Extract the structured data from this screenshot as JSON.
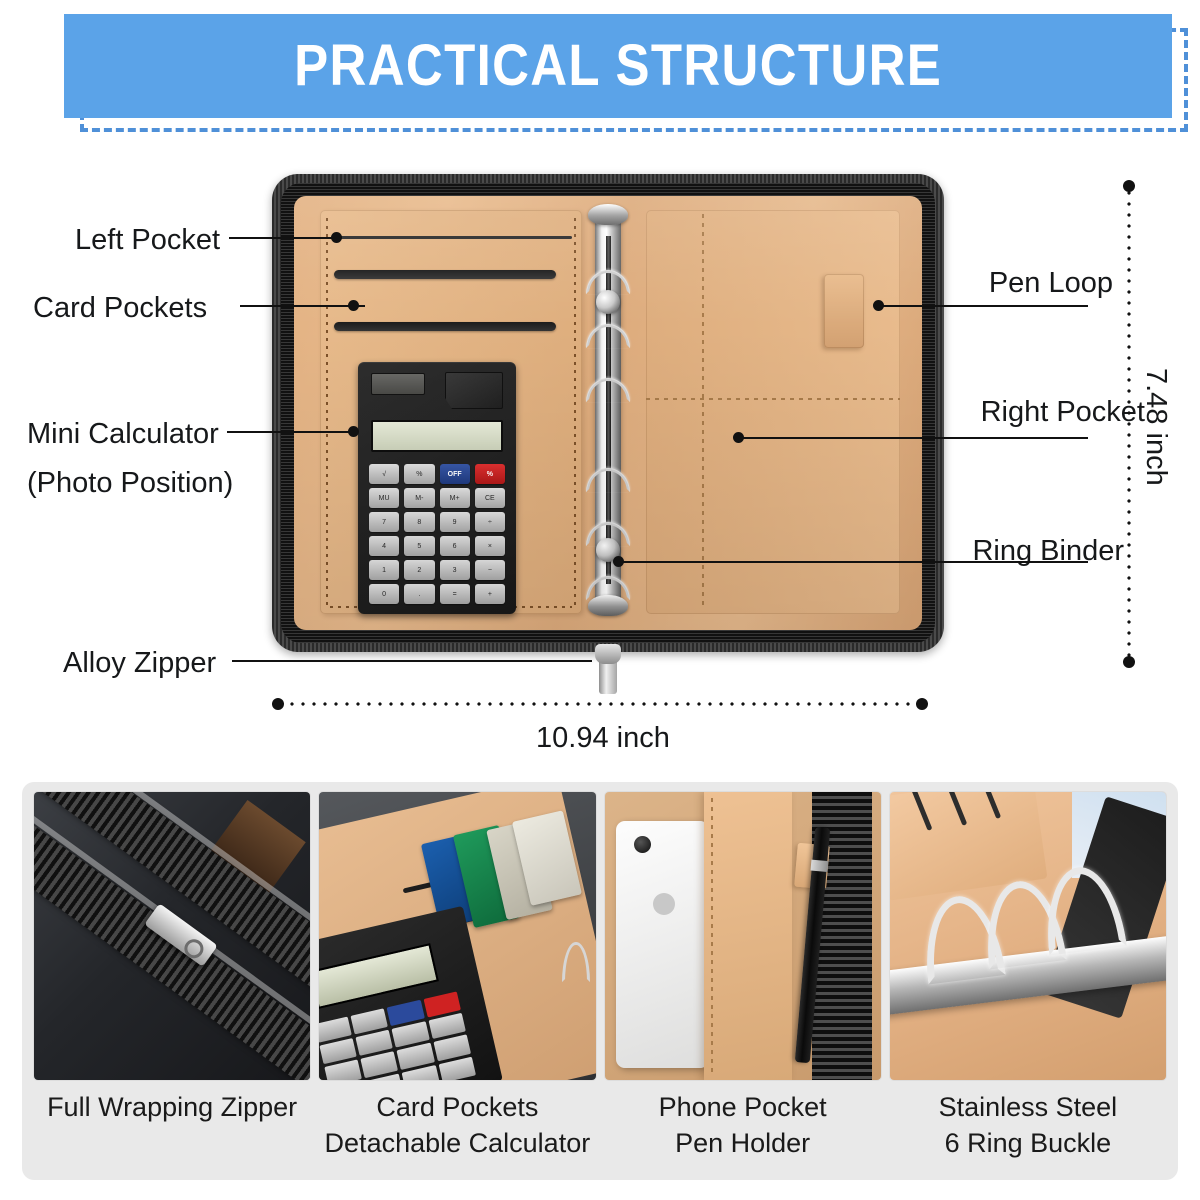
{
  "header": {
    "title": "PRACTICAL STRUCTURE",
    "banner_color": "#5ba3e8",
    "dashed_border_color": "#4f90d8",
    "title_color": "#ffffff"
  },
  "diagram": {
    "labels_left": [
      {
        "text": "Left Pocket"
      },
      {
        "text": "Card Pockets"
      },
      {
        "text": "Mini Calculator",
        "text_line2": "(Photo Position)"
      },
      {
        "text": "Alloy Zipper"
      }
    ],
    "labels_right": [
      {
        "text": "Pen Loop"
      },
      {
        "text": "Right Pocket"
      },
      {
        "text": "Ring Binder"
      }
    ],
    "dimensions": {
      "width": "10.94 inch",
      "height": "7.48 inch"
    },
    "product": {
      "calculator_keys": [
        "√",
        "%",
        "OFF",
        "%",
        "MU",
        "M-",
        "M+",
        "CE",
        "7",
        "8",
        "9",
        "÷",
        "4",
        "5",
        "6",
        "×",
        "1",
        "2",
        "3",
        "−",
        "0",
        ".",
        "=",
        "+"
      ],
      "ring_count": 6,
      "leather_color": "#e3b283",
      "zipper_color": "#1d1d1d",
      "ring_color": "#cfcfcf"
    }
  },
  "gallery": {
    "background_color": "#e9e9e9",
    "items": [
      {
        "caption_line1": "Full Wrapping Zipper",
        "caption_line2": "",
        "image_alt": "close-up of black wrapping zipper with silver pull"
      },
      {
        "caption_line1": "Card Pockets",
        "caption_line2": "Detachable Calculator",
        "image_alt": "calculator and credit cards in tan card pockets"
      },
      {
        "caption_line1": "Phone Pocket",
        "caption_line2": "Pen Holder",
        "image_alt": "white phone in tan pocket with black pen in loop"
      },
      {
        "caption_line1": "Stainless Steel",
        "caption_line2": "6 Ring Buckle",
        "image_alt": "close-up of chrome binder rings on tan leather"
      }
    ]
  }
}
